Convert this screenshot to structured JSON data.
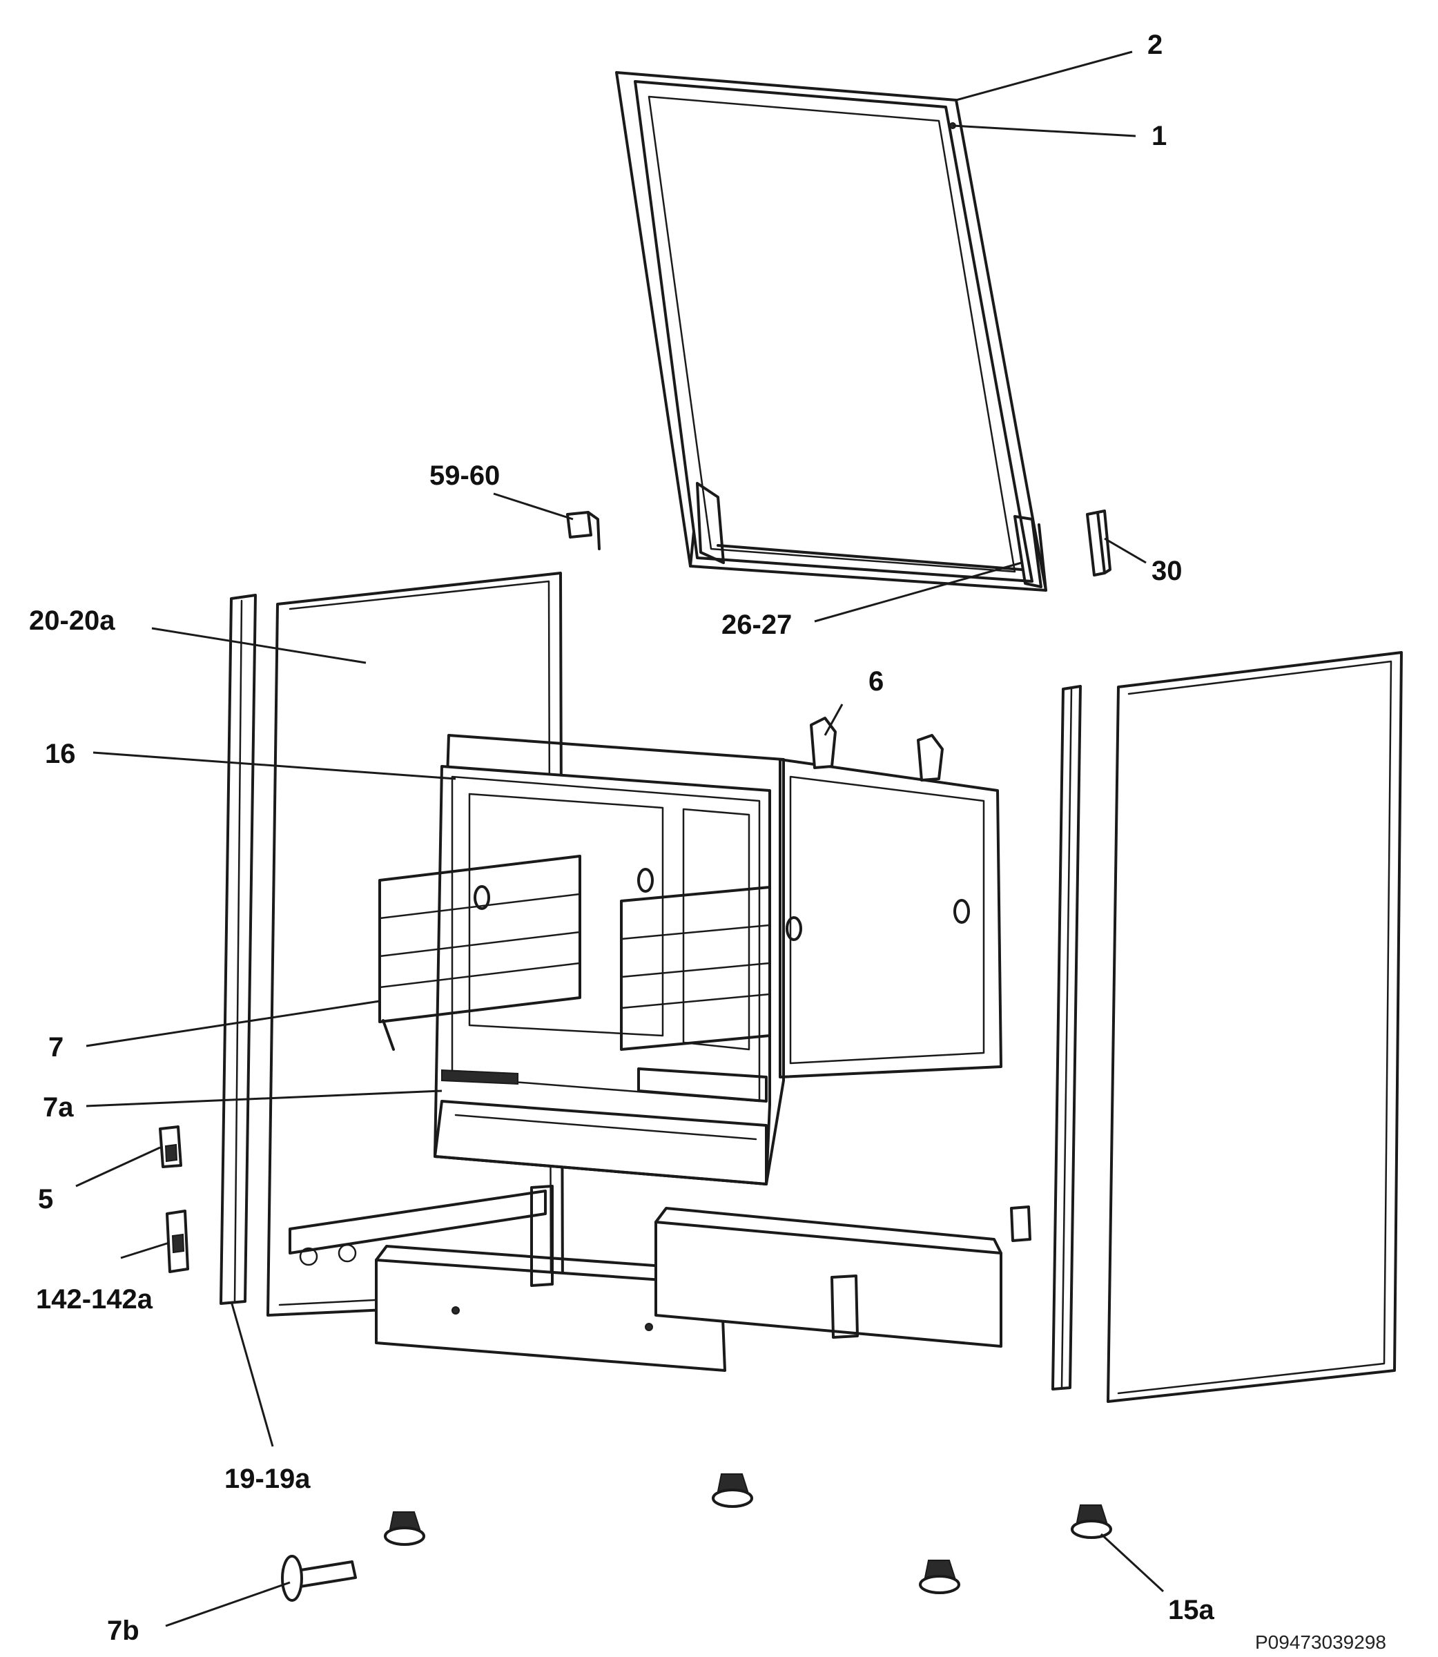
{
  "labels": {
    "l1": "1",
    "l2": "2",
    "l5": "5",
    "l6": "6",
    "l7": "7",
    "l7a": "7a",
    "l7b": "7b",
    "l15a": "15a",
    "l16": "16",
    "l19": "19-19a",
    "l20": "20-20a",
    "l26": "26-27",
    "l30": "30",
    "l59": "59-60",
    "l142": "142-142a"
  },
  "drawing_code": "P09473039298"
}
